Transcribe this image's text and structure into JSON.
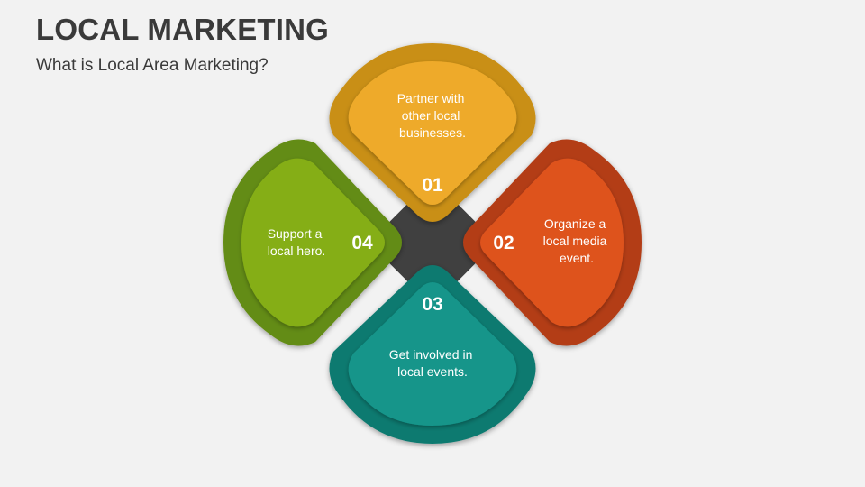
{
  "header": {
    "title": "LOCAL MARKETING",
    "subtitle": "What is Local Area Marketing?"
  },
  "items": [
    {
      "number": "01",
      "lines": [
        "Partner with",
        "other local",
        "businesses."
      ],
      "outer_color": "#c98f12",
      "inner_color": "#eeaa2a"
    },
    {
      "number": "02",
      "lines": [
        "Organize a",
        "local media",
        "event."
      ],
      "outer_color": "#b33d17",
      "inner_color": "#de521f"
    },
    {
      "number": "03",
      "lines": [
        "Get involved in",
        "local events."
      ],
      "outer_color": "#107a70",
      "inner_color": "#14958a"
    },
    {
      "number": "04",
      "lines": [
        "Support a",
        "local hero."
      ],
      "outer_color": "#648c12",
      "inner_color": "#85ae15"
    }
  ],
  "center_color": "#404040"
}
